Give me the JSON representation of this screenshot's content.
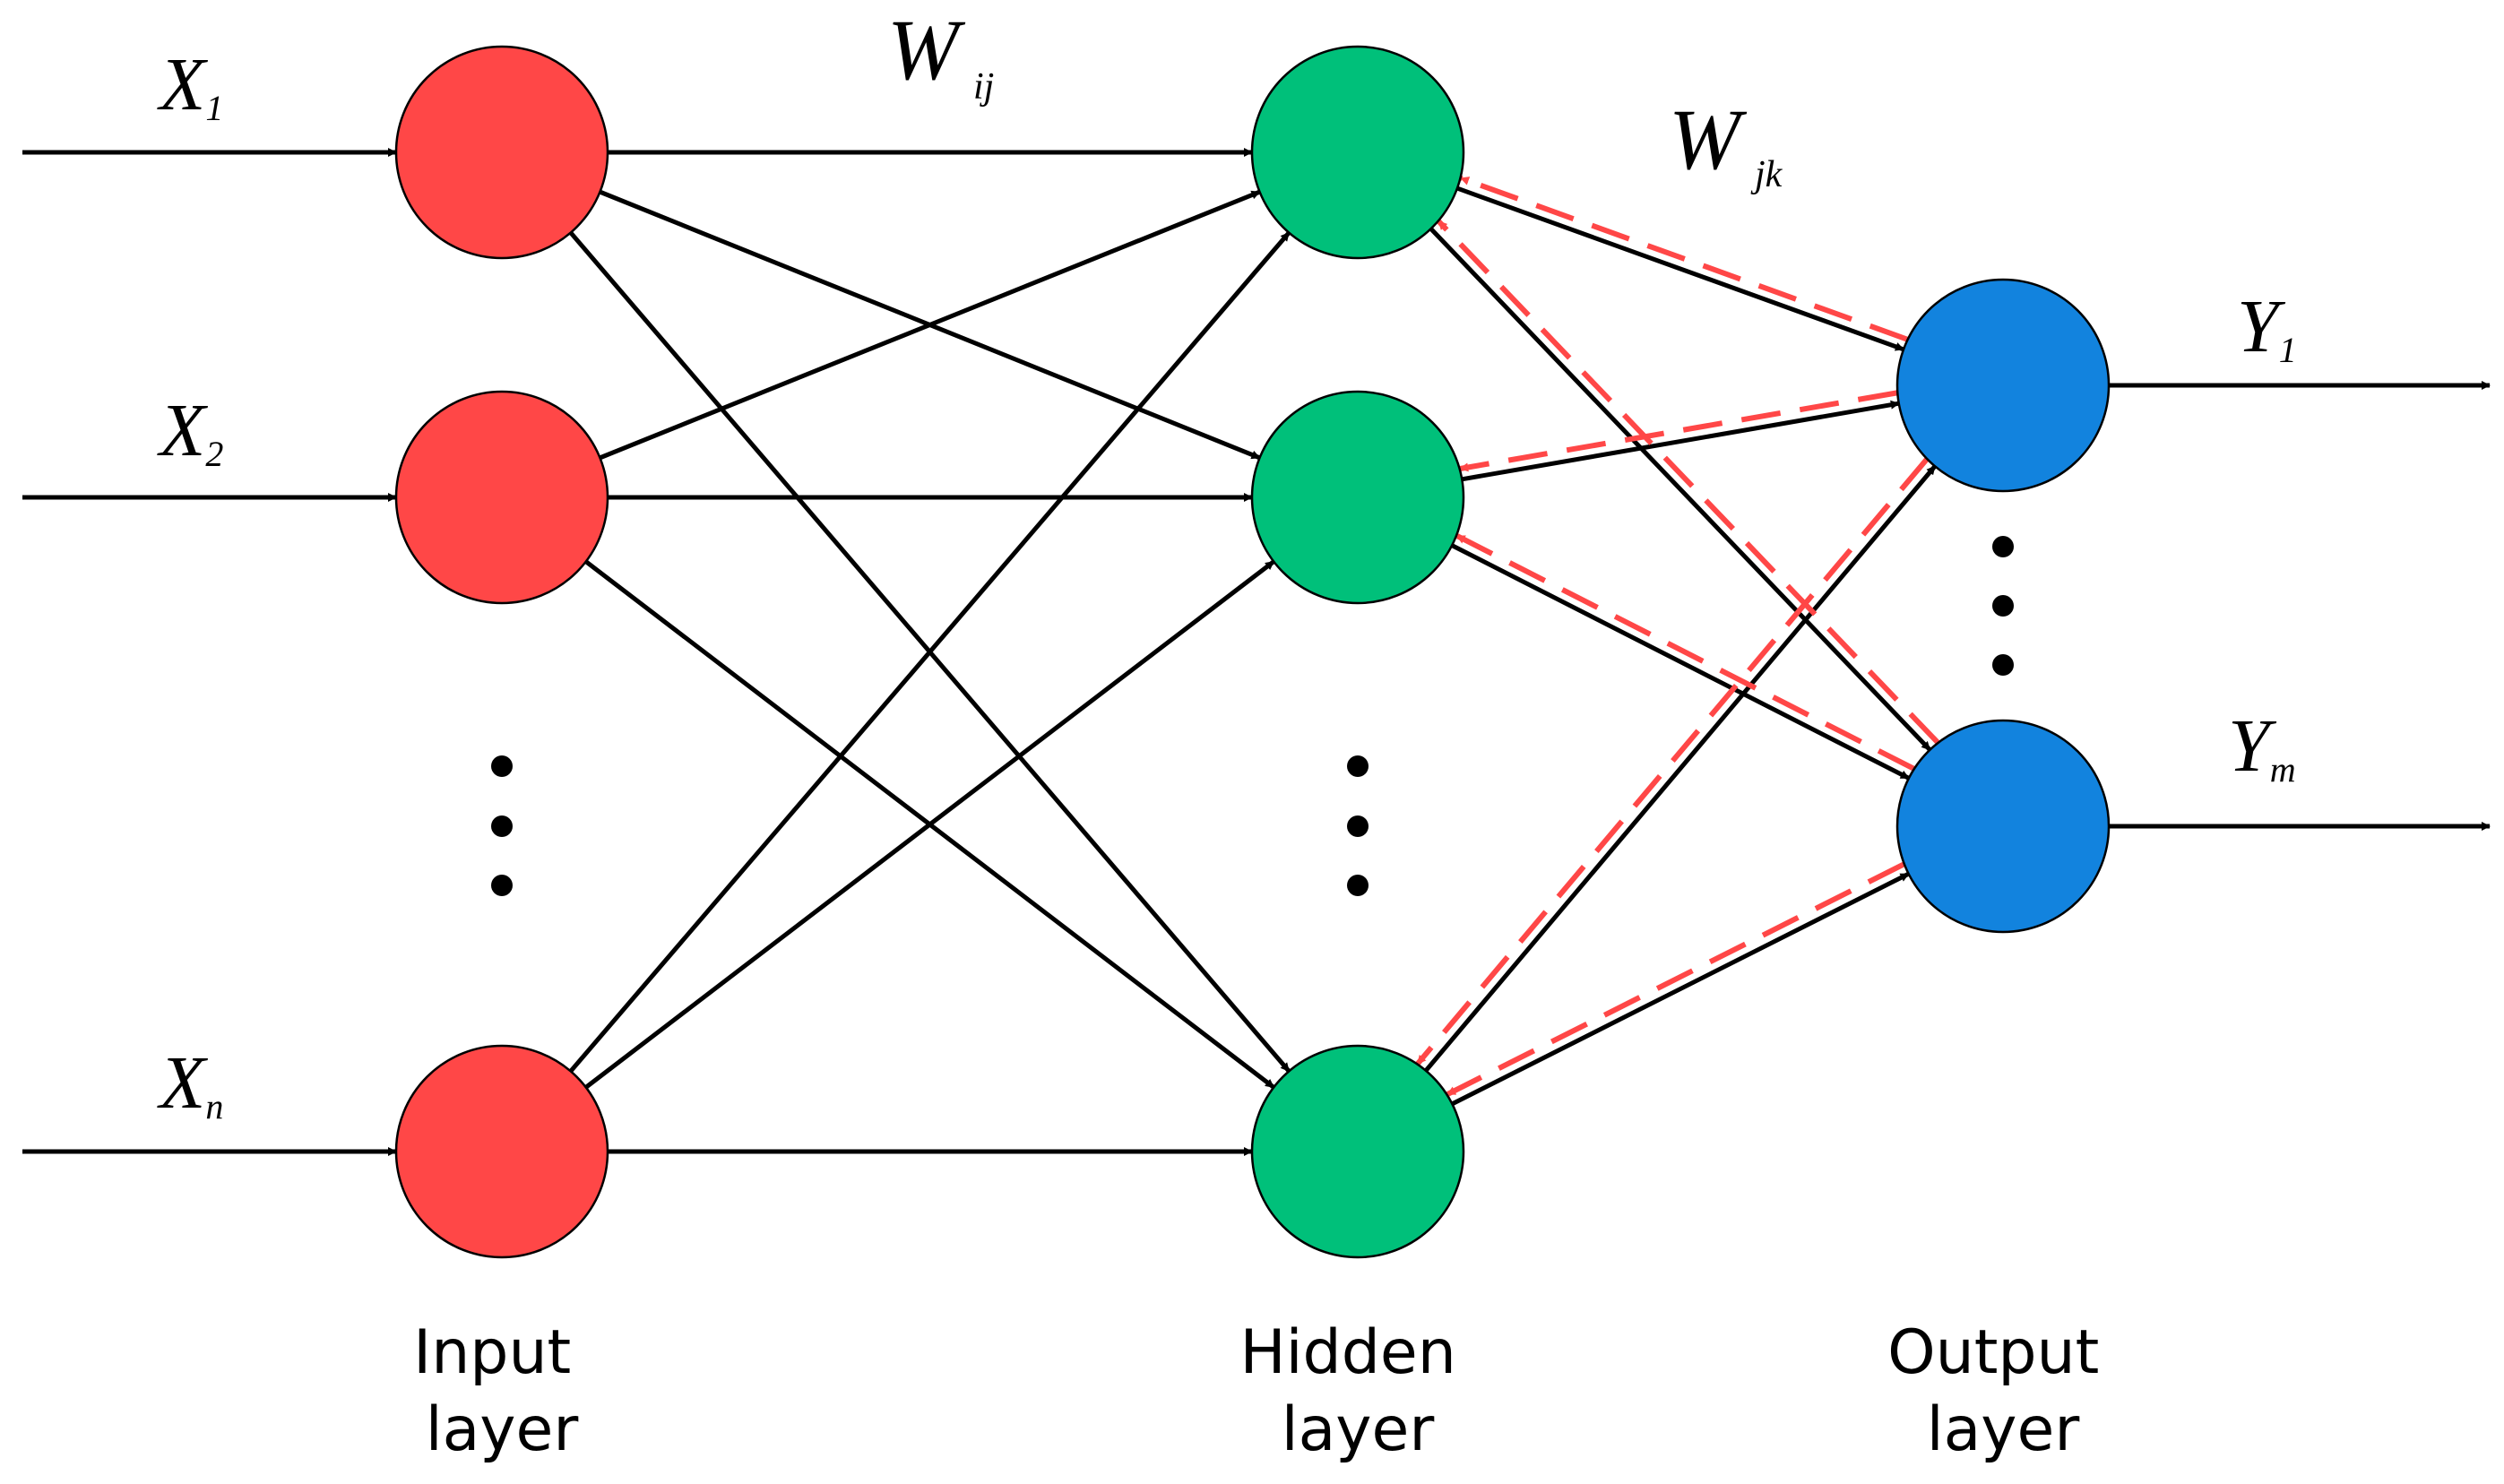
{
  "inputs": [
    {
      "symbol": "X",
      "subscript": "1"
    },
    {
      "symbol": "X",
      "subscript": "2"
    },
    {
      "symbol": "X",
      "subscript": "n"
    }
  ],
  "outputs": [
    {
      "symbol": "Y",
      "subscript": "1"
    },
    {
      "symbol": "Y",
      "subscript": "m"
    }
  ],
  "weights": {
    "input_hidden": {
      "symbol": "W",
      "subscript": "ij"
    },
    "hidden_output": {
      "symbol": "W",
      "subscript": "jk"
    }
  },
  "layers": {
    "input": {
      "line1": "Input",
      "line2": "layer"
    },
    "hidden": {
      "line1": "Hidden",
      "line2": "layer"
    },
    "output": {
      "line1": "Output",
      "line2": "layer"
    }
  },
  "colors": {
    "input_node": "#ff4747",
    "hidden_node": "#00c07a",
    "output_node": "#1283de",
    "edge": "#000000",
    "backprop": "#ff4747"
  }
}
